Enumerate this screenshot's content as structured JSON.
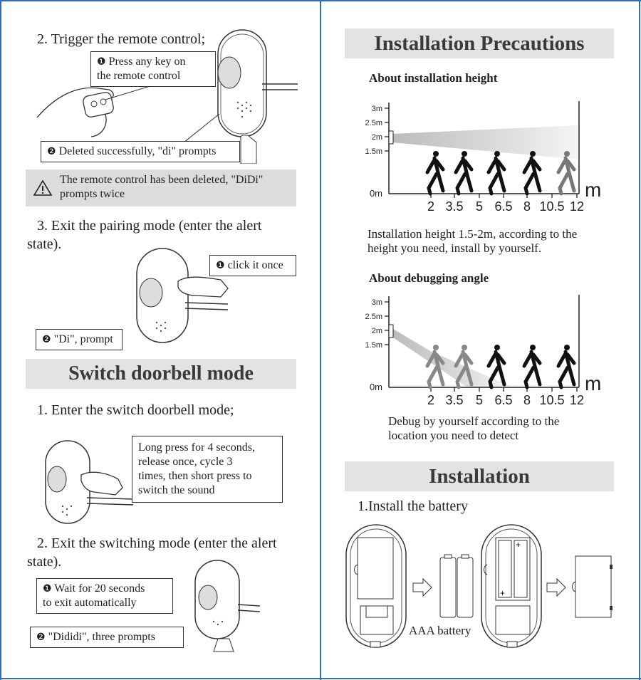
{
  "left": {
    "step2_title": "2. Trigger the remote control;",
    "callout_press_key": "Press any key on\nthe remote control",
    "callout_deleted": "Deleted successfully, \"di\" prompts",
    "warning_note": "The remote control has been deleted, \"DiDi\"\nprompts twice",
    "step3_title": "3. Exit the pairing mode (enter the alert state).",
    "callout_click_once": "click it once",
    "callout_di_prompt": "\"Di\", prompt",
    "switch_banner": "Switch doorbell mode",
    "switch_step1": "1. Enter the switch doorbell mode;",
    "callout_long_press": "Long press for 4 seconds,\nrelease once, cycle 3\ntimes, then short press to\nswitch the sound",
    "switch_step2": "2. Exit the switching mode (enter the alert state).",
    "callout_wait": "Wait for 20 seconds\nto exit automatically",
    "callout_dididi": "\"Dididi\", three prompts",
    "num1": "❶",
    "num2": "❷"
  },
  "right": {
    "precautions_banner": "Installation Precautions",
    "height_subhead": "About installation height",
    "height_caption": "Installation height 1.5-2m, according to the\nheight you need, install by yourself.",
    "angle_subhead": "About debugging angle",
    "angle_caption": "Debug by yourself according to the\nlocation you need to detect",
    "installation_banner": "Installation",
    "install_step1": "1.Install the battery",
    "battery_label": "AAA battery"
  },
  "chart_data": [
    {
      "type": "diagram",
      "title": "",
      "y_ticks": [
        "3m",
        "2.5m",
        "2m",
        "1.5m",
        "0m"
      ],
      "y_values": [
        3,
        2.5,
        2,
        1.5,
        0
      ],
      "x_ticks": [
        "2",
        "3.5",
        "5",
        "6.5",
        "8",
        "10.5",
        "12"
      ],
      "x_unit": "m",
      "sensor_height": 2,
      "beam": "horizontal"
    },
    {
      "type": "diagram",
      "title": "",
      "y_ticks": [
        "3m",
        "2.5m",
        "2m",
        "1.5m",
        "0m"
      ],
      "y_values": [
        3,
        2.5,
        2,
        1.5,
        0
      ],
      "x_ticks": [
        "2",
        "3.5",
        "5",
        "6.5",
        "8",
        "10.5",
        "12"
      ],
      "x_unit": "m",
      "sensor_height": 2,
      "beam": "angled-down"
    }
  ],
  "colors": {
    "border": "#2f6fb2",
    "banner": "#e3e3e3"
  }
}
